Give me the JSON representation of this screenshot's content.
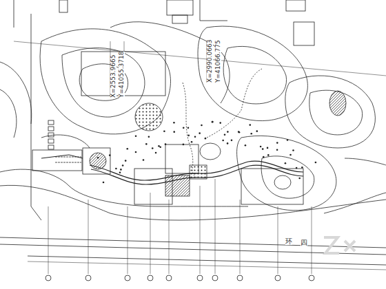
{
  "diagram": {
    "labels": [
      "X=2553.9665",
      "Y=41055.3718",
      "X=2990.0663",
      "Y=41066.775",
      "环",
      "四"
    ]
  }
}
